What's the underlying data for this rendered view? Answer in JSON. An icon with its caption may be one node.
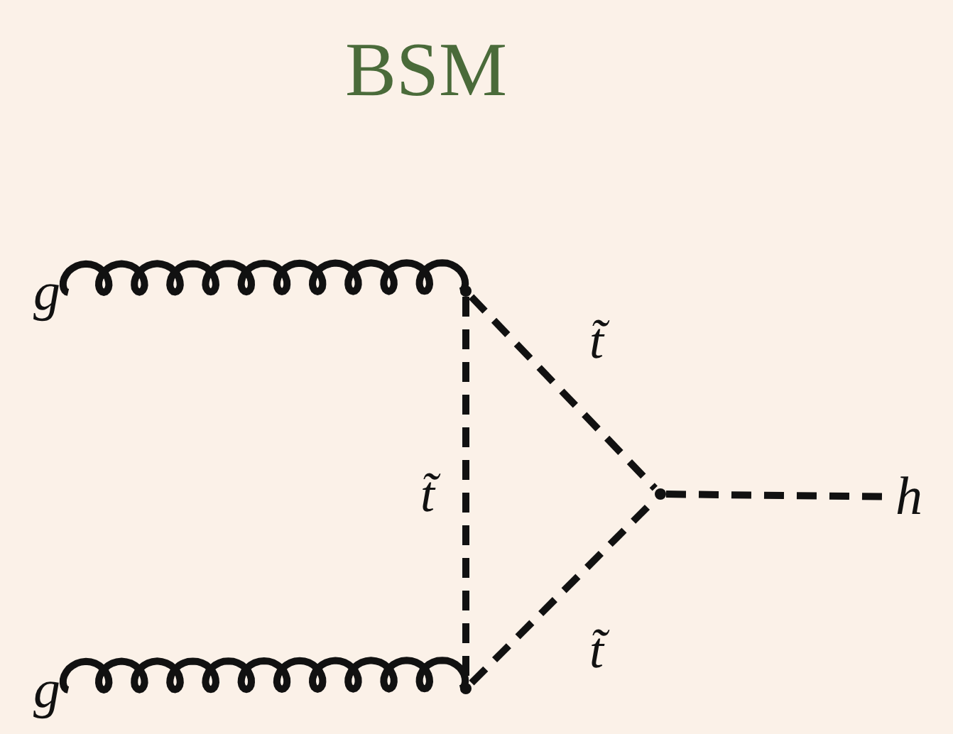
{
  "diagram": {
    "title": "BSM",
    "nodes": [
      {
        "text": [
          "g"
        ]
      },
      {
        "text": [
          "g"
        ]
      },
      {
        "text": [
          "h"
        ]
      },
      {
        "text": [],
        "shape": "point"
      },
      {
        "text": [],
        "shape": "point"
      },
      {
        "text": [],
        "shape": "point"
      }
    ],
    "edges": [
      {
        "from": 0,
        "to": 3,
        "arrow": "none"
      },
      {
        "from": 1,
        "to": 4,
        "arrow": "none"
      },
      {
        "from": 3,
        "to": 4,
        "arrow": "none",
        "style": "dashed",
        "label": "t̃"
      },
      {
        "from": 3,
        "to": 5,
        "arrow": "none",
        "style": "dashed",
        "label": "t̃"
      },
      {
        "from": 4,
        "to": 5,
        "arrow": "none",
        "style": "dashed",
        "label": "t̃"
      },
      {
        "from": 5,
        "to": 2,
        "arrow": "none",
        "style": "dashed"
      }
    ]
  }
}
